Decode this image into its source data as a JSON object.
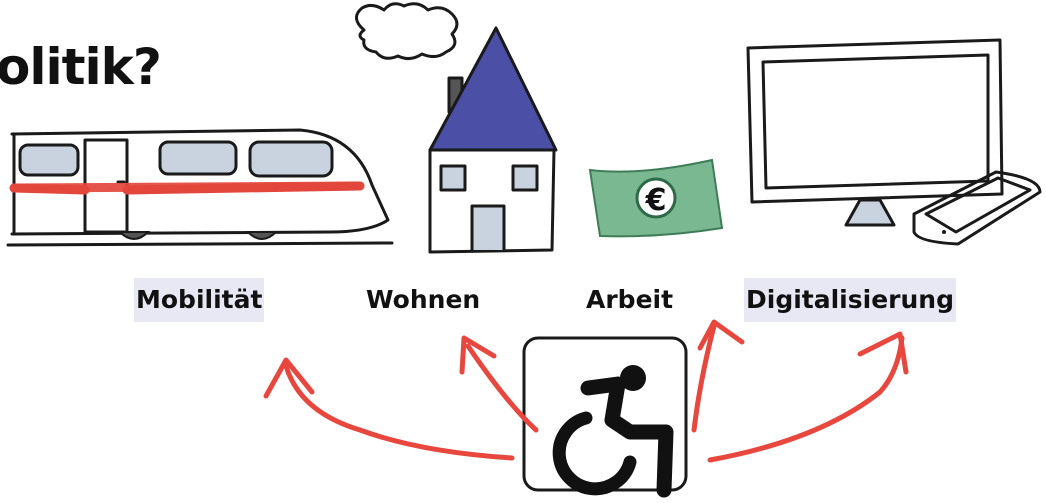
{
  "title": "olitik?",
  "topics": [
    {
      "label": "Mobilität",
      "icon": "train-icon",
      "highlight": true
    },
    {
      "label": "Wohnen",
      "icon": "house-icon",
      "highlight": false
    },
    {
      "label": "Arbeit",
      "icon": "money-icon",
      "highlight": false
    },
    {
      "label": "Digitalisierung",
      "icon": "computer-icon",
      "highlight": true
    }
  ],
  "currency_symbol": "€",
  "center_icon": "wheelchair-icon",
  "colors": {
    "arrow": "#e8473d",
    "stripe": "#e3463c",
    "roof": "#4b4fa6",
    "window": "#c9d3df",
    "banknote": "#79b890",
    "highlight": "#e8e8f4",
    "ink": "#1a1a1a"
  }
}
